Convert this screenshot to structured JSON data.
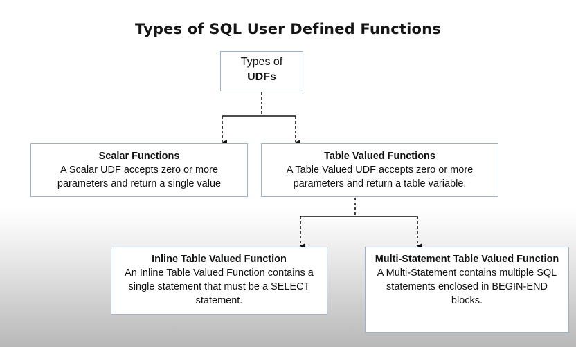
{
  "title": "Types of SQL User Defined Functions",
  "root": {
    "line1": "Types of",
    "line2": "UDFs"
  },
  "scalar": {
    "heading": "Scalar Functions",
    "text": "A Scalar UDF accepts zero or more parameters and return a single value"
  },
  "table_valued": {
    "heading": "Table Valued Functions",
    "text": "A Table Valued UDF accepts zero or more parameters and return a table variable."
  },
  "inline_tvf": {
    "heading": "Inline Table Valued Function",
    "text": "An Inline Table Valued Function contains a single statement that must be a SELECT statement."
  },
  "multi_tvf": {
    "heading": "Multi-Statement Table Valued Function",
    "text": "A Multi-Statement contains multiple SQL statements enclosed in BEGIN-END blocks."
  },
  "colors": {
    "box_border": "#9fb1c7",
    "connector": "#111111"
  }
}
